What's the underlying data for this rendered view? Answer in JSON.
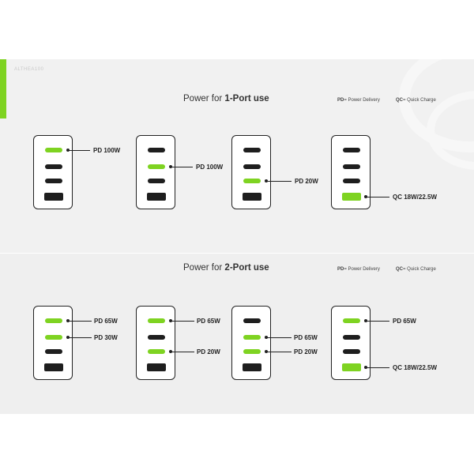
{
  "brand": "ALTHEA100",
  "panel1": {
    "title_prefix": "Power for ",
    "title_bold": "1-Port use",
    "legend_pd_key": "PD",
    "legend_pd_text": "= Power Delivery",
    "legend_qc_key": "QC",
    "legend_qc_text": "= Quick Charge",
    "labels": [
      "PD 100W",
      "PD 100W",
      "PD 20W",
      "QC 18W/22.5W"
    ]
  },
  "panel2": {
    "title_prefix": "Power for ",
    "title_bold": "2-Port use",
    "legend_pd_key": "PD",
    "legend_pd_text": "= Power Delivery",
    "legend_qc_key": "QC",
    "legend_qc_text": "= Quick Charge",
    "labels": [
      [
        "PD 65W",
        "PD 30W"
      ],
      [
        "PD 65W",
        "PD 20W"
      ],
      [
        "PD 65W",
        "PD 20W"
      ],
      [
        "PD 65W",
        "QC 18W/22.5W"
      ]
    ]
  },
  "colors": {
    "accent": "#7ed321",
    "port": "#1e1e1e",
    "outline": "#222222"
  },
  "icons": [
    "usb-c-port-icon",
    "usb-a-port-icon"
  ]
}
